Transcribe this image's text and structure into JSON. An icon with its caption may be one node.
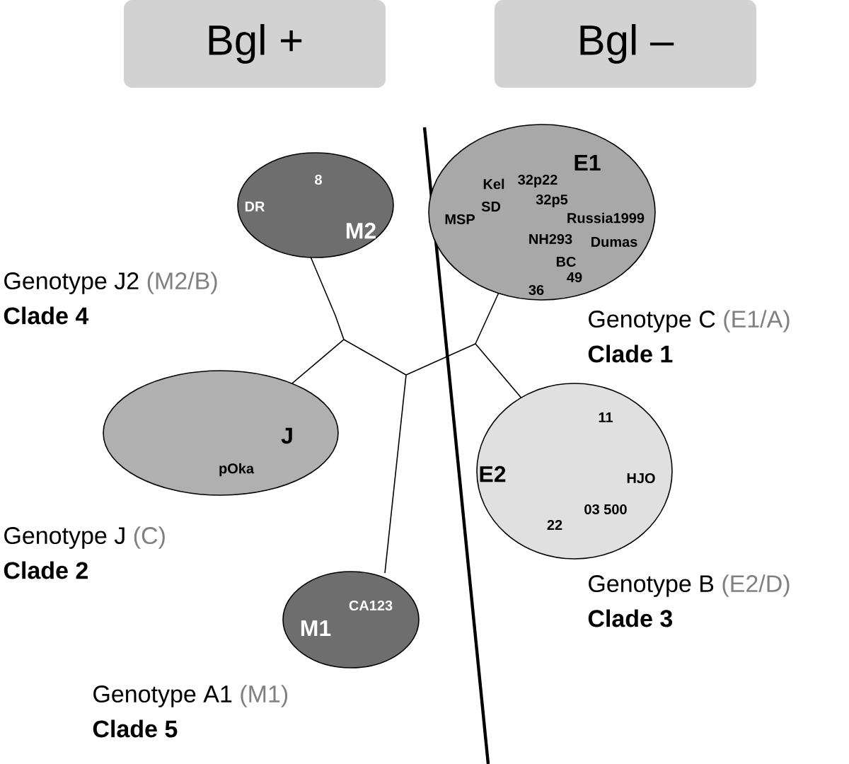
{
  "diagram": {
    "nodes": [
      {
        "text": [
          "Bgl +"
        ]
      },
      {
        "text": [
          "Bgl –"
        ]
      },
      {
        "text": [
          "M2"
        ],
        "beside": [
          "Genotype J2",
          "(M2/B)",
          "Clade 4"
        ]
      },
      {
        "text": [
          "E1"
        ],
        "beside": [
          "Genotype C",
          "(E1/A)",
          "Clade 1"
        ]
      },
      {
        "text": [
          "J"
        ],
        "beside": [
          "Genotype J",
          "(C)",
          "Clade 2"
        ]
      },
      {
        "text": [
          "E2"
        ],
        "beside": [
          "Genotype B",
          "(E2/D)",
          "Clade 3"
        ]
      },
      {
        "text": [
          "M1"
        ],
        "beside": [
          "Genotype A1",
          "(M1)",
          "Clade 5"
        ]
      }
    ],
    "labels": [
      "8",
      "DR",
      "Kel",
      "32p22",
      "SD",
      "32p5",
      "MSP",
      "Russia1999",
      "NH293",
      "Dumas",
      "BC",
      "49",
      "36",
      "pOka",
      "11",
      "HJO",
      "03 500",
      "22",
      "CA123"
    ]
  }
}
